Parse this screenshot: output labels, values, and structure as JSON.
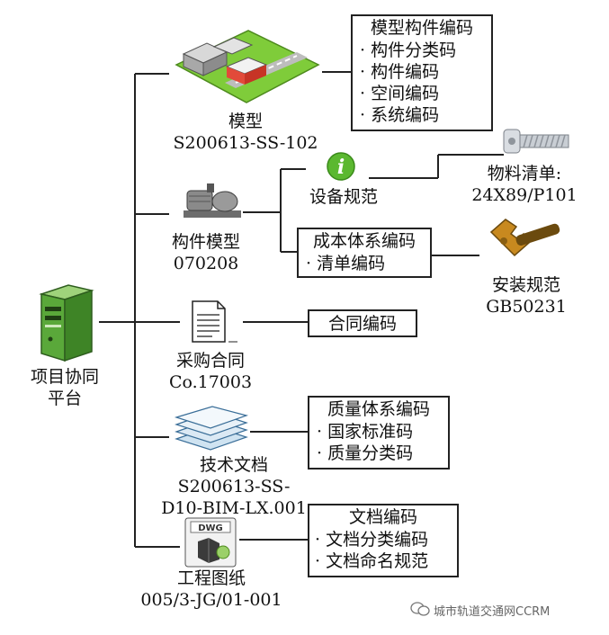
{
  "root": {
    "label_line1": "项目协同",
    "label_line2": "平台"
  },
  "nodes": {
    "model": {
      "label": "模型",
      "code": "S200613-SS-102"
    },
    "component_model": {
      "label": "构件模型",
      "code": "070208"
    },
    "equipment_spec": {
      "label": "设备规范"
    },
    "material_list": {
      "label": "物料清单:",
      "code": "24X89/P101"
    },
    "install_spec": {
      "label": "安装规范",
      "code": "GB50231"
    },
    "purchase_contract": {
      "label": "采购合同",
      "code": "Co.17003"
    },
    "tech_docs": {
      "label": "技术文档",
      "code_line1": "S200613-SS-",
      "code_line2": "D10-BIM-LX.001"
    },
    "drawings": {
      "label": "工程图纸",
      "code": "005/3-JG/01-001"
    }
  },
  "boxes": {
    "model_codes": {
      "title": "模型构件编码",
      "items": [
        "· 构件分类码",
        "· 构件编码",
        "· 空间编码",
        "· 系统编码"
      ]
    },
    "cost_codes": {
      "title": "成本体系编码",
      "items": [
        "·   清单编码"
      ]
    },
    "contract_codes": {
      "title": "合同编码"
    },
    "quality_codes": {
      "title": "质量体系编码",
      "items": [
        "· 国家标准码",
        "· 质量分类码"
      ]
    },
    "doc_codes": {
      "title": "文档编码",
      "items": [
        "· 文档分类编码",
        "· 文档命名规范"
      ]
    }
  },
  "icons": {
    "server": "server-icon",
    "building": "building-model-icon",
    "pump": "pump-unit-icon",
    "info": "info-icon",
    "bolt": "bolt-icon",
    "wrench": "wrench-icon",
    "document": "document-icon",
    "stack": "document-stack-icon",
    "dwg": "dwg-file-icon"
  },
  "icon_text": {
    "info_glyph": "i",
    "dwg_label": "DWG"
  },
  "watermark": {
    "text": "城市轨道交通网CCRM"
  }
}
